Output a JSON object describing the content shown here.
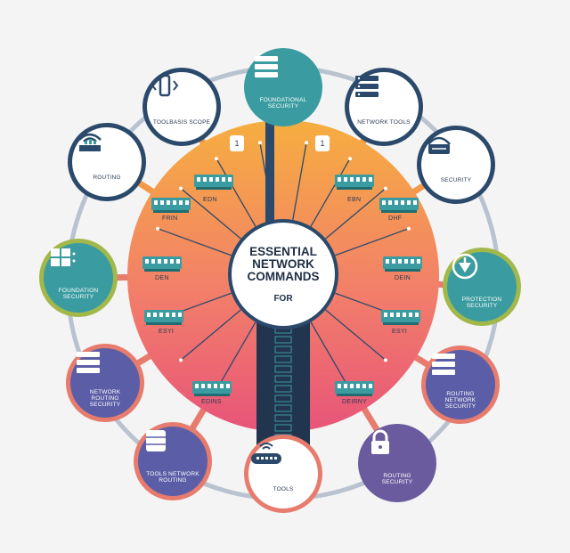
{
  "center": {
    "title": "ESSENTIAL\nNETWORK\nCOMMANDS",
    "subtitle": "FOR"
  },
  "nodes": [
    {
      "label": "FOUNDATIONAL SECURITY",
      "icon": "server-rack-icon"
    },
    {
      "label": "NETWORK TOOLS",
      "icon": "server-rack-icon"
    },
    {
      "label": "SECURITY",
      "icon": "router-icon"
    },
    {
      "label": "PROTECTION SECURITY",
      "icon": "download-shield-icon"
    },
    {
      "label": "ROUTING NETWORK SECURITY",
      "icon": "server-rack-icon"
    },
    {
      "label": "ROUTING SECURITY",
      "icon": "lock-icon"
    },
    {
      "label": "TOOLS",
      "icon": "wifi-switch-icon"
    },
    {
      "label": "TOOLS NETWORK ROUTING",
      "icon": "database-icon"
    },
    {
      "label": "NETWORK ROUTING SECURITY",
      "icon": "server-rack-icon"
    },
    {
      "label": "FOUNDATION SECURITY",
      "icon": "grid-icon"
    },
    {
      "label": "ROUTING",
      "icon": "wifi-router-icon"
    },
    {
      "label": "TOOLBASIS SCOPE",
      "icon": "mobile-device-icon"
    }
  ],
  "switch_labels": [
    "EDN",
    "EBN",
    "FRIN",
    "DHF",
    "DEN",
    "DEIN",
    "ESYI",
    "ESYI",
    "EDINS",
    "DEIRNY"
  ],
  "tags": [
    "1",
    "1"
  ],
  "colors": {
    "ring": "#b9c2cf",
    "navy": "#2b4a6b",
    "teal": "#3a9ca0"
  }
}
